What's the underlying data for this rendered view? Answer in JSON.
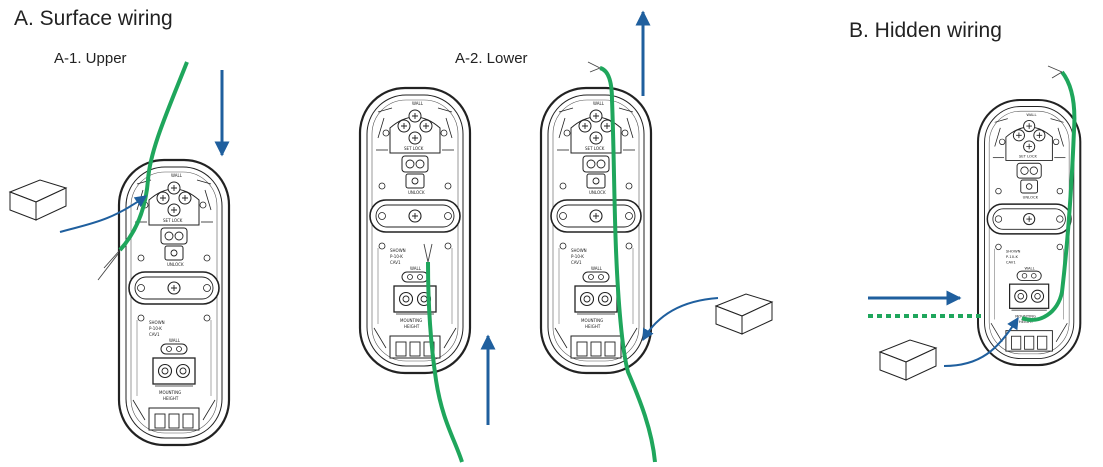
{
  "headings": {
    "surface": "A. Surface wiring",
    "upper": "A-1. Upper",
    "lower": "A-2. Lower",
    "hidden": "B. Hidden wiring"
  },
  "plate_labels": {
    "wall": "WALL",
    "set_lock": "SET LOCK",
    "unlock": "UNLOCK",
    "model_lines": [
      "SHOWN",
      "P-10-K",
      "CAV1"
    ],
    "mounting": "MOUNTING",
    "height": "HEIGHT"
  },
  "colors": {
    "wire": "#1fa65c",
    "arrow": "#1f5f9e",
    "outline": "#222222"
  },
  "icons": [
    "wall-plate-icon",
    "wire-icon",
    "direction-arrow-icon",
    "connector-block-icon"
  ]
}
